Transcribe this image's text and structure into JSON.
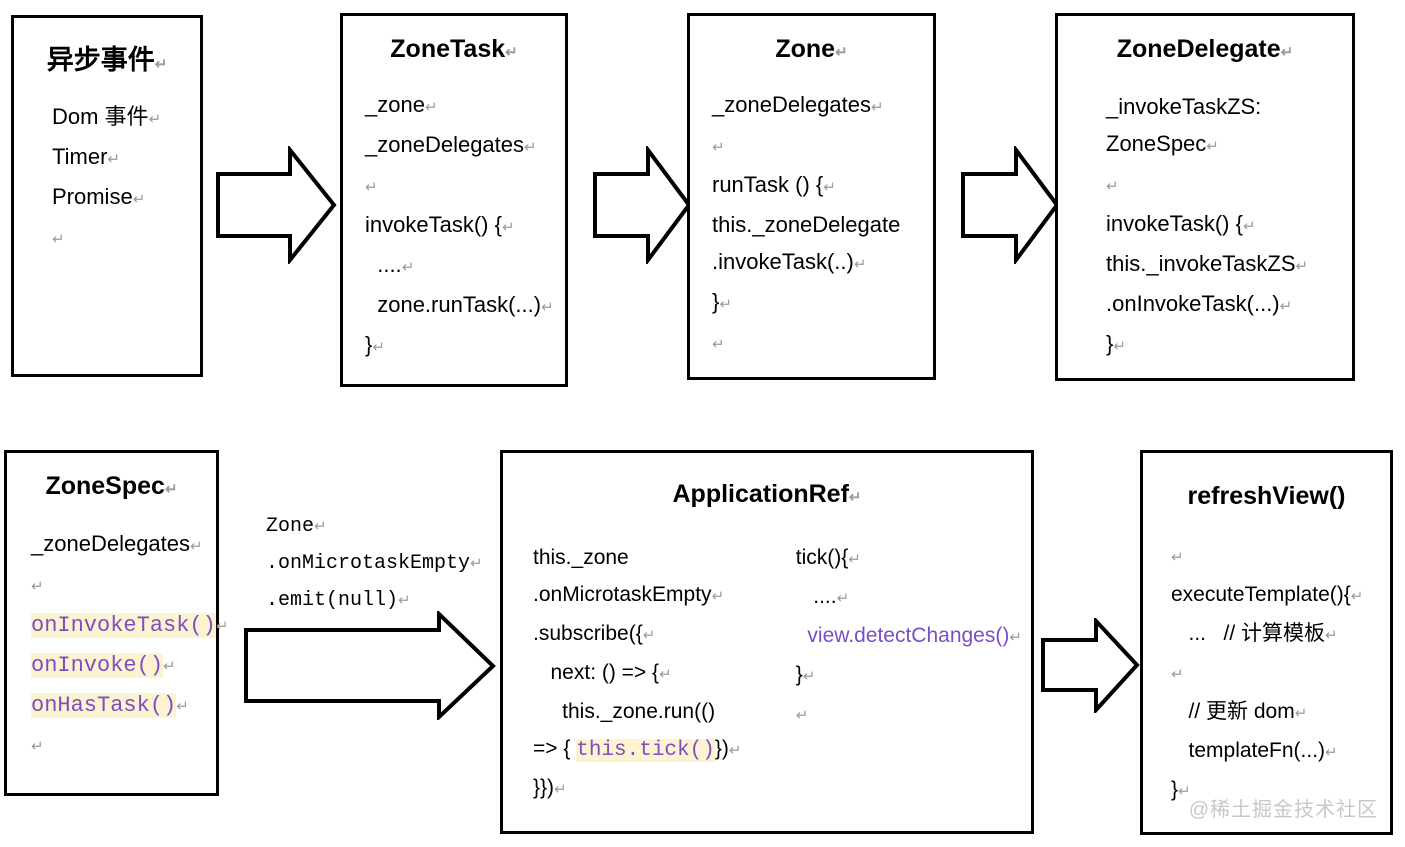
{
  "diagram": {
    "title_hidden": "Angular Zone change detection flow",
    "watermark": "@稀土掘金技术社区",
    "accent_purple": "#7b4fc4",
    "highlight_yellow": "#fdf3d0",
    "border_color": "#000000",
    "background": "#ffffff"
  },
  "boxes": {
    "async_event": {
      "title": "异步事件",
      "lines": [
        "Dom 事件",
        "Timer",
        "Promise",
        ""
      ]
    },
    "zone_task": {
      "title": "ZoneTask",
      "lines": [
        "_zone",
        "_zoneDelegates",
        "",
        "invokeTask() {",
        "  ....",
        "  zone.runTask(...)",
        "}"
      ]
    },
    "zone": {
      "title": "Zone",
      "lines": [
        "_zoneDelegates",
        "",
        "runTask () {",
        "this._zoneDelegate",
        ".invokeTask(..)",
        "}",
        ""
      ]
    },
    "zone_delegate": {
      "title": "ZoneDelegate",
      "lines": [
        "_invokeTaskZS:",
        "ZoneSpec",
        "",
        "invokeTask() {",
        "this._invokeTaskZS",
        ".onInvokeTask(...)",
        "}"
      ]
    },
    "zone_spec": {
      "title": "ZoneSpec",
      "lines": [
        {
          "text": "_zoneDelegates",
          "style": "plain"
        },
        {
          "text": "",
          "style": "plain"
        },
        {
          "text": "onInvokeTask()",
          "style": "highlight"
        },
        {
          "text": "onInvoke()",
          "style": "highlight"
        },
        {
          "text": "onHasTask()",
          "style": "highlight"
        },
        {
          "text": "",
          "style": "plain"
        }
      ]
    },
    "application_ref": {
      "title": "ApplicationRef",
      "left_column": [
        "this._zone",
        ".onMicrotaskEmpty",
        ".subscribe({",
        "   next: () => {",
        "     this._zone.run(()"
      ],
      "left_column_last_prefix": "=> { ",
      "left_column_last_highlight": "this.tick()",
      "left_column_last_suffix": "})",
      "left_column_tail": "}})",
      "right_column": [
        {
          "text": "tick(){",
          "style": "plain"
        },
        {
          "text": "   ....",
          "style": "plain"
        },
        {
          "text": "  view.detectChanges()",
          "style": "purple"
        },
        {
          "text": "}",
          "style": "plain"
        },
        {
          "text": "",
          "style": "plain"
        }
      ]
    },
    "refresh_view": {
      "title": "refreshView()",
      "lines": [
        "",
        "executeTemplate(){",
        "   ...   // 计算模板",
        "",
        "   // 更新 dom",
        "   templateFn(...)",
        "}"
      ]
    }
  },
  "connector_label": {
    "lines": [
      "Zone",
      ".onMicrotaskEmpty",
      ".emit(null)"
    ]
  },
  "arrows": [
    {
      "name": "arrow-async-to-zonetask",
      "from": "async_event",
      "to": "zone_task"
    },
    {
      "name": "arrow-zonetask-to-zone",
      "from": "zone_task",
      "to": "zone"
    },
    {
      "name": "arrow-zone-to-zonedelegate",
      "from": "zone",
      "to": "zone_delegate"
    },
    {
      "name": "arrow-zonespec-to-appref",
      "from": "zone_spec",
      "to": "application_ref"
    },
    {
      "name": "arrow-appref-to-refresh",
      "from": "application_ref",
      "to": "refresh_view"
    }
  ]
}
